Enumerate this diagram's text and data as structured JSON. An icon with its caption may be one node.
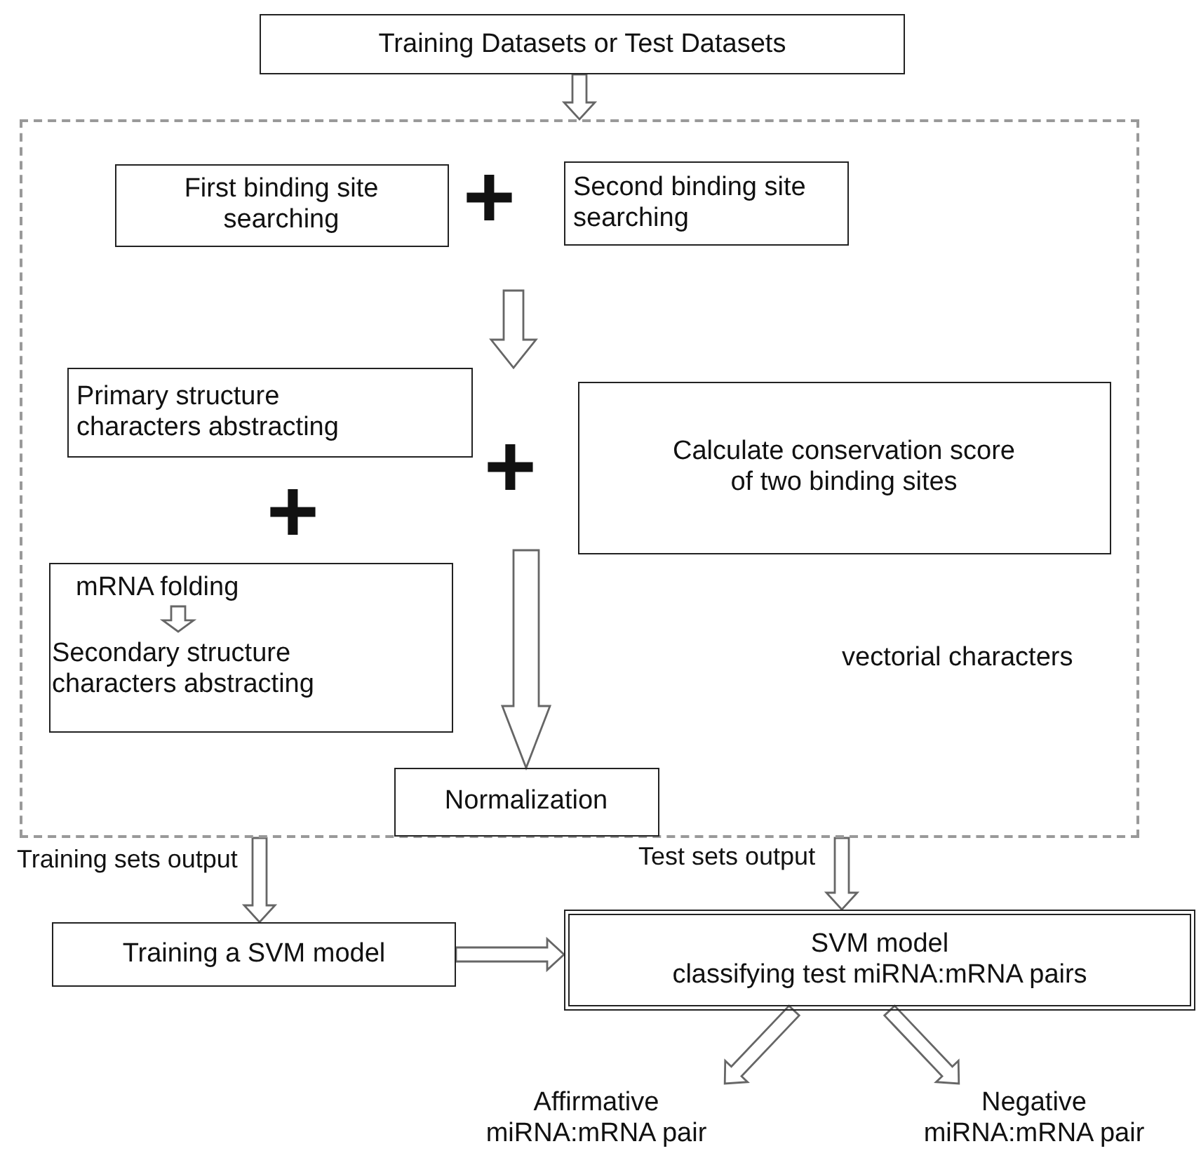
{
  "diagram": {
    "nodes": [
      {
        "text": [
          "Training Datasets or Test Datasets"
        ]
      },
      {
        "text": [],
        "shape": "box"
      },
      {
        "text": [
          "First binding site searching"
        ],
        "in": 1
      },
      {
        "text": [
          "Second binding site searching"
        ],
        "in": 1
      },
      {
        "text": [
          "Primary structure characters abstracting"
        ],
        "in": 1
      },
      {
        "text": [
          "Calculate conservation score of two binding sites"
        ],
        "in": 1
      },
      {
        "text": [],
        "shape": "box",
        "in": 1
      },
      {
        "text": [
          "mRNA folding"
        ],
        "in": 6
      },
      {
        "text": [
          "Secondary structure characters abstracting"
        ],
        "in": 6
      },
      {
        "text": [
          "Normalization"
        ],
        "in": 1
      },
      {
        "text": [
          "Training a SVM model"
        ]
      },
      {
        "text": [
          "SVM model",
          "classifying test miRNA:mRNA pairs"
        ]
      },
      {
        "text": [
          "Affirmative miRNA:mRNA pair"
        ]
      },
      {
        "text": [
          "Negative miRNA:mRNA pair"
        ]
      }
    ],
    "edges": [
      {
        "from": 0,
        "to": 1,
        "arrow": "to"
      },
      {
        "from": 7,
        "to": 8,
        "arrow": "to"
      },
      {
        "from": null,
        "to": 9,
        "arrow": "to"
      },
      {
        "from": 1,
        "to": 10,
        "arrow": "to",
        "label": "Training sets output"
      },
      {
        "from": 1,
        "to": 11,
        "arrow": "to",
        "label": "Test sets output"
      },
      {
        "from": 10,
        "to": 11,
        "arrow": "to"
      },
      {
        "from": 11,
        "to": 12,
        "arrow": "to"
      },
      {
        "from": 11,
        "to": 13,
        "arrow": "to"
      }
    ],
    "labels": [
      "+",
      "+",
      "+",
      "vectorial characters"
    ]
  }
}
